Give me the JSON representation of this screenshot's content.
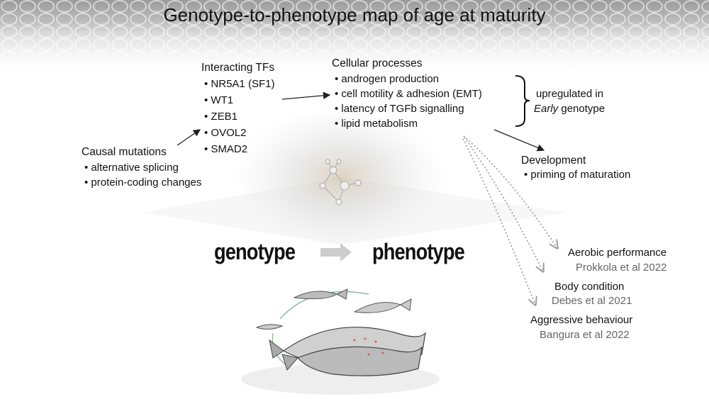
{
  "title": "Genotype-to-phenotype map of age at maturity",
  "causal_mutations": {
    "heading": "Causal mutations",
    "items": [
      "alternative splicing",
      "protein-coding changes"
    ]
  },
  "interacting_tfs": {
    "heading": "Interacting TFs",
    "items": [
      "NR5A1 (SF1)",
      "WT1",
      "ZEB1",
      "OVOL2",
      "SMAD2"
    ]
  },
  "cellular_processes": {
    "heading": "Cellular processes",
    "items": [
      "androgen production",
      "cell motility & adhesion (EMT)",
      "latency of TGFb signalling",
      "lipid metabolism"
    ]
  },
  "upregulated": {
    "line1": "upregulated in",
    "early": "Early",
    "genotype_word": "genotype"
  },
  "development": {
    "heading": "Development",
    "items": [
      "priming of maturation"
    ]
  },
  "genotype_label": "genotype",
  "phenotype_label": "phenotype",
  "phenotypes": [
    {
      "name": "Aerobic performance",
      "ref": "Prokkola et al 2022"
    },
    {
      "name": "Body condition",
      "ref": "Debes et al 2021"
    },
    {
      "name": "Aggressive behaviour",
      "ref": "Bangura et al 2022"
    }
  ]
}
